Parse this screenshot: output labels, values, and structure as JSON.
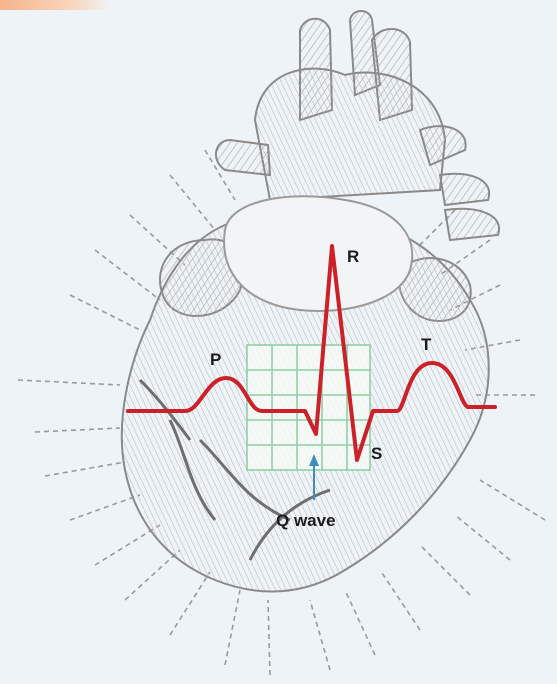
{
  "labels": {
    "p": "P",
    "r": "R",
    "s": "S",
    "t": "T",
    "q": "Q wave"
  },
  "colors": {
    "background": "#eef3f7",
    "ecg_trace": "#cc2129",
    "heart": "#8e8e8e",
    "grid": "#8fcfa6",
    "arrow": "#3a8fc0",
    "accent": "#f6b48c"
  },
  "icons": {
    "heart": "anatomical-heart-illustration",
    "arrow": "up-arrow-icon"
  }
}
